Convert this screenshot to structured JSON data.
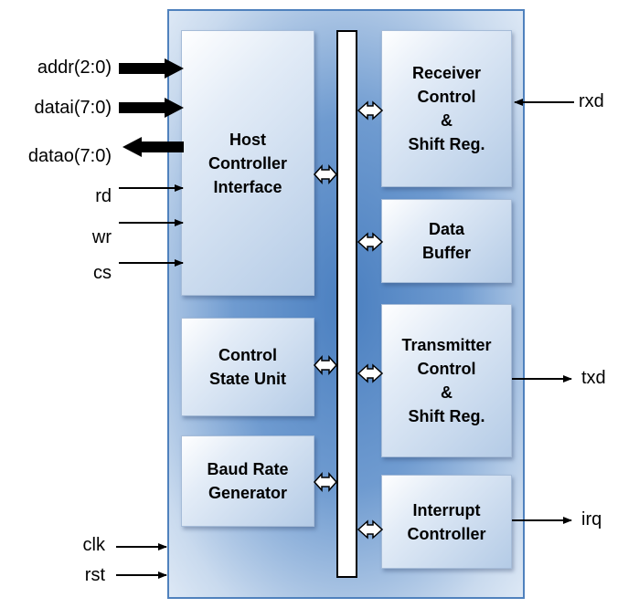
{
  "blocks": {
    "host": "Host\nController\nInterface",
    "control_state": "Control\nState Unit",
    "baud": "Baud Rate\nGenerator",
    "receiver": "Receiver\nControl\n&\nShift Reg.",
    "data_buffer": "Data\nBuffer",
    "transmitter": "Transmitter\nControl\n&\nShift Reg.",
    "interrupt": "Interrupt\nController"
  },
  "signals": {
    "addr": "addr(2:0)",
    "datai": "datai(7:0)",
    "datao": "datao(7:0)",
    "rd": "rd",
    "wr": "wr",
    "cs": "cs",
    "clk": "clk",
    "rst": "rst",
    "rxd": "rxd",
    "txd": "txd",
    "irq": "irq"
  }
}
